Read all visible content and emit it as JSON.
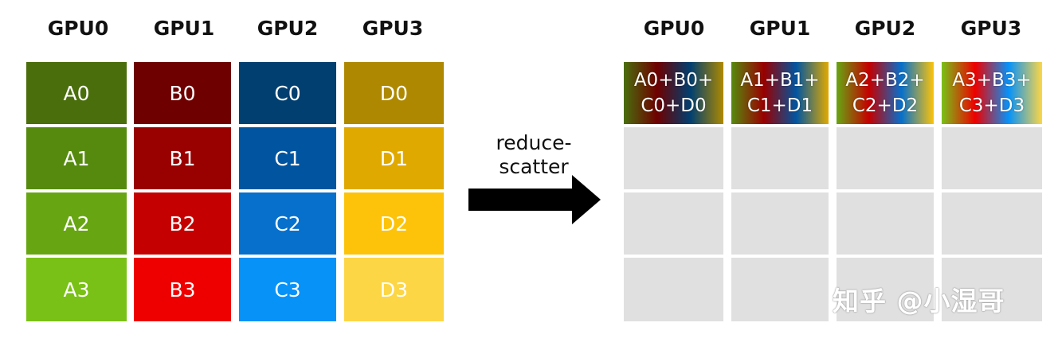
{
  "left": {
    "headers": [
      "GPU0",
      "GPU1",
      "GPU2",
      "GPU3"
    ],
    "columns": [
      {
        "cells": [
          "A0",
          "A1",
          "A2",
          "A3"
        ],
        "colors": [
          "#4a6e0c",
          "#568a0e",
          "#67a612",
          "#79c116"
        ]
      },
      {
        "cells": [
          "B0",
          "B1",
          "B2",
          "B3"
        ],
        "colors": [
          "#6e0000",
          "#990000",
          "#c50000",
          "#ee0000"
        ]
      },
      {
        "cells": [
          "C0",
          "C1",
          "C2",
          "C3"
        ],
        "colors": [
          "#013f70",
          "#0155a0",
          "#0670cc",
          "#0792f8"
        ]
      },
      {
        "cells": [
          "D0",
          "D1",
          "D2",
          "D3"
        ],
        "colors": [
          "#ae8800",
          "#e0a900",
          "#fcc30a",
          "#fdd645"
        ]
      }
    ]
  },
  "operation": {
    "label_line1": "reduce-",
    "label_line2": "scatter",
    "arrow_color": "#000000"
  },
  "right": {
    "headers": [
      "GPU0",
      "GPU1",
      "GPU2",
      "GPU3"
    ],
    "results": [
      {
        "line1": "A0+B0+",
        "line2": "C0+D0",
        "gradient": [
          "#4a6e0c",
          "#6e0000",
          "#013f70",
          "#ae8800"
        ]
      },
      {
        "line1": "A1+B1+",
        "line2": "C1+D1",
        "gradient": [
          "#568a0e",
          "#990000",
          "#0155a0",
          "#e0a900"
        ]
      },
      {
        "line1": "A2+B2+",
        "line2": "C2+D2",
        "gradient": [
          "#67a612",
          "#c50000",
          "#0670cc",
          "#fcc30a"
        ]
      },
      {
        "line1": "A3+B3+",
        "line2": "C3+D3",
        "gradient": [
          "#79c116",
          "#ee0000",
          "#0792f8",
          "#fdd645"
        ]
      }
    ],
    "empty_color": "#e0e0e0"
  },
  "watermark": "知乎 @小湿哥"
}
